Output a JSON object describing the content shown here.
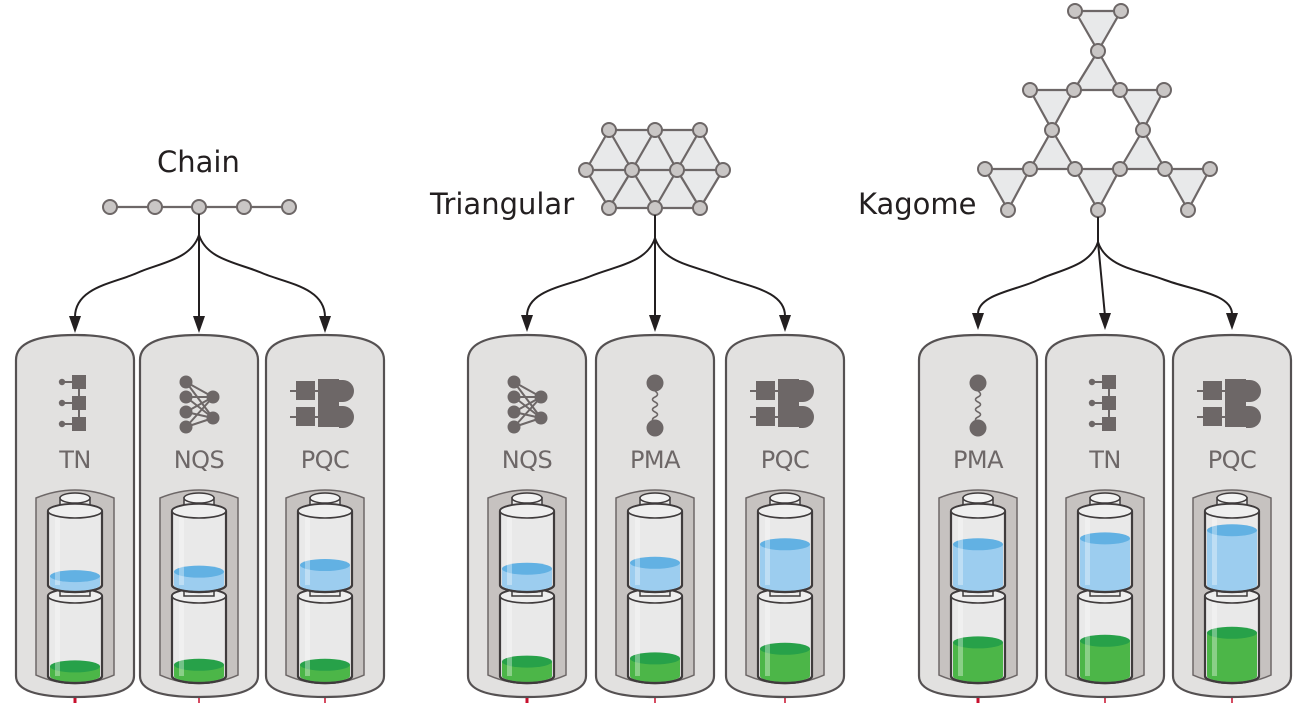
{
  "diagram": {
    "lattices": [
      {
        "name": "Chain",
        "type": "chain",
        "methods": [
          {
            "label": "TN",
            "icon": "tensor-network-icon",
            "upper_fill": 0.12,
            "lower_fill": 0.12
          },
          {
            "label": "NQS",
            "icon": "neural-network-icon",
            "upper_fill": 0.18,
            "lower_fill": 0.14
          },
          {
            "label": "PQC",
            "icon": "quantum-circuit-icon",
            "upper_fill": 0.27,
            "lower_fill": 0.14
          }
        ]
      },
      {
        "name": "Triangular",
        "type": "triangular",
        "methods": [
          {
            "label": "NQS",
            "icon": "neural-network-icon",
            "upper_fill": 0.22,
            "lower_fill": 0.18
          },
          {
            "label": "PMA",
            "icon": "particle-pair-icon",
            "upper_fill": 0.3,
            "lower_fill": 0.22
          },
          {
            "label": "PQC",
            "icon": "quantum-circuit-icon",
            "upper_fill": 0.55,
            "lower_fill": 0.34
          }
        ]
      },
      {
        "name": "Kagome",
        "type": "kagome",
        "methods": [
          {
            "label": "PMA",
            "icon": "particle-pair-icon",
            "upper_fill": 0.55,
            "lower_fill": 0.42
          },
          {
            "label": "TN",
            "icon": "tensor-network-icon",
            "upper_fill": 0.63,
            "lower_fill": 0.44
          },
          {
            "label": "PQC",
            "icon": "quantum-circuit-icon",
            "upper_fill": 0.74,
            "lower_fill": 0.54
          }
        ]
      }
    ],
    "colors": {
      "pill_fill": "#e2e1e0",
      "pill_stroke": "#555152",
      "frame_fill": "#c6c2c0",
      "glass_fill": "#e9e9e9",
      "icon": "#6d6767",
      "node_fill": "#c9c6c5",
      "node_stroke": "#6d6767",
      "lattice_fill": "#e8e9ea",
      "blue_top": "#62b1e3",
      "blue_side": "#9ccdef",
      "green_top": "#27a149",
      "green_side": "#4cb648",
      "arrow": "#231f20",
      "tick": "#c8102e"
    }
  }
}
